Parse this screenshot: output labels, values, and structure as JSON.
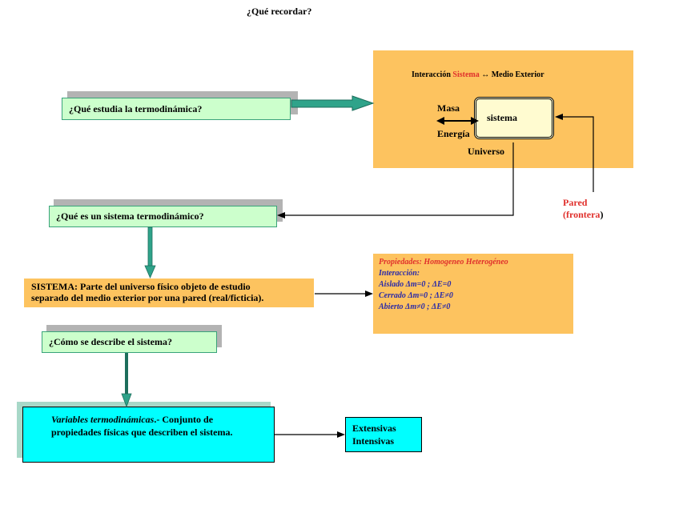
{
  "title": "¿Qué recordar?",
  "questions": {
    "q1": "¿Qué estudia la termodinámica?",
    "q2": "¿Qué es un sistema termodinámico?",
    "q3": "¿Cómo se describe el sistema?"
  },
  "interaction": {
    "prefix": "Interacción ",
    "highlight": "Sistema",
    "suffix": " ↔ Medio Exterior",
    "system_label": "sistema",
    "masa": "Masa",
    "energia": "Energía",
    "universo": "Universo"
  },
  "pared": {
    "line1": "Pared",
    "line2": "(frontera",
    "close": ")"
  },
  "sistema_def": {
    "line1": "SISTEMA: Parte del universo físico objeto de estudio",
    "line2": "separado del medio exterior por una pared (real/ficticia)."
  },
  "propiedades": {
    "line1": "Propiedades: Homogeneo Heterogéneo",
    "line2": "Interacción:",
    "line3": "Aislado Δm=0 ; ΔE=0",
    "line4": "Cerrado Δm=0 ; ΔE≠0",
    "line5": "Abierto Δm≠0 ; ΔE≠0"
  },
  "variables": {
    "italic": "Variables termodinámicas",
    "rest1": ".- Conjunto de",
    "line2": "propiedades físicas que describen el  sistema."
  },
  "tipos": {
    "line1": "Extensivas",
    "line2": "Intensivas"
  },
  "colors": {
    "orange": "#fdc35f",
    "light_green": "#ccffcc",
    "teal_arrow": "#2fa38a",
    "cyan": "#00ffff",
    "red": "#e0302c",
    "blue_text": "#2a2aa8"
  }
}
